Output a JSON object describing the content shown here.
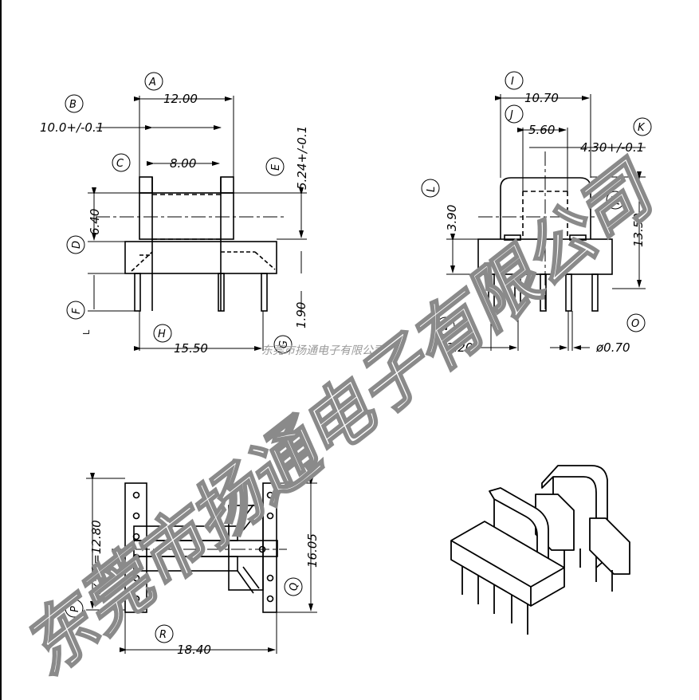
{
  "front_view": {
    "labels": {
      "A": "A",
      "B": "B",
      "C": "C",
      "D": "D",
      "E": "E",
      "F": "F",
      "G": "G",
      "H": "H"
    },
    "dims": {
      "width_A": "12.00",
      "width_B": "10.0+/-0.1",
      "width_C": "8.00",
      "height_E": "5.24+/-0.1",
      "height_D": "6.40",
      "height_G": "1.90",
      "width_H": "15.50",
      "side_L": "L"
    }
  },
  "side_view": {
    "labels": {
      "I": "I",
      "J": "J",
      "K": "K",
      "L": "L",
      "M": "M",
      "N": "N",
      "O": "O"
    },
    "dims": {
      "width_I": "10.70",
      "width_J": "5.60",
      "width_K": "4.30+/-0.1",
      "height_L": "3.90",
      "height_M": "13.50",
      "pitch_N": "3.20",
      "pin_O": "ø0.70"
    }
  },
  "bottom_view": {
    "labels": {
      "P": "P",
      "Q": "Q",
      "R": "R"
    },
    "dims": {
      "pitch_P": "4x3.2=12.80",
      "height_Q": "16.05",
      "width_R": "18.40"
    }
  },
  "watermark": {
    "small": "东莞市扬通电子有限公司",
    "large": "东莞市扬通电子有限公司"
  }
}
